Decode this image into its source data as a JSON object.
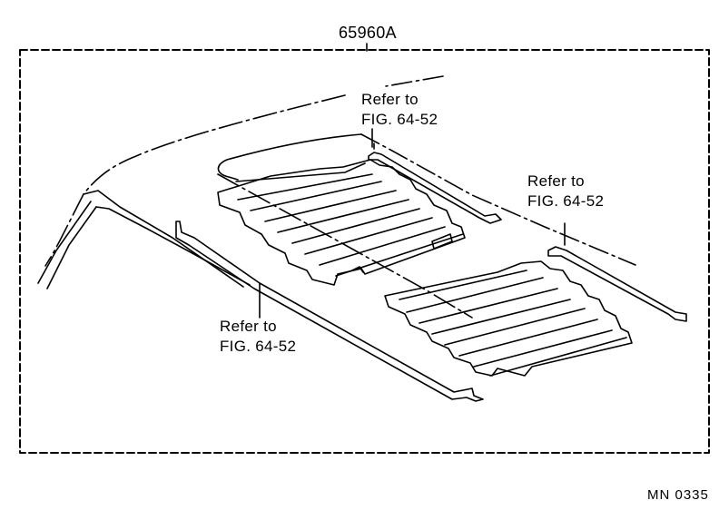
{
  "diagram": {
    "part_number": "65960A",
    "callouts": {
      "top": {
        "line1": "Refer to",
        "line2": "FIG. 64-52"
      },
      "right": {
        "line1": "Refer to",
        "line2": "FIG. 64-52"
      },
      "left": {
        "line1": "Refer to",
        "line2": "FIG. 64-52"
      }
    },
    "diagram_code": "MN  0335",
    "line_color": "#000000",
    "background": "#ffffff"
  }
}
